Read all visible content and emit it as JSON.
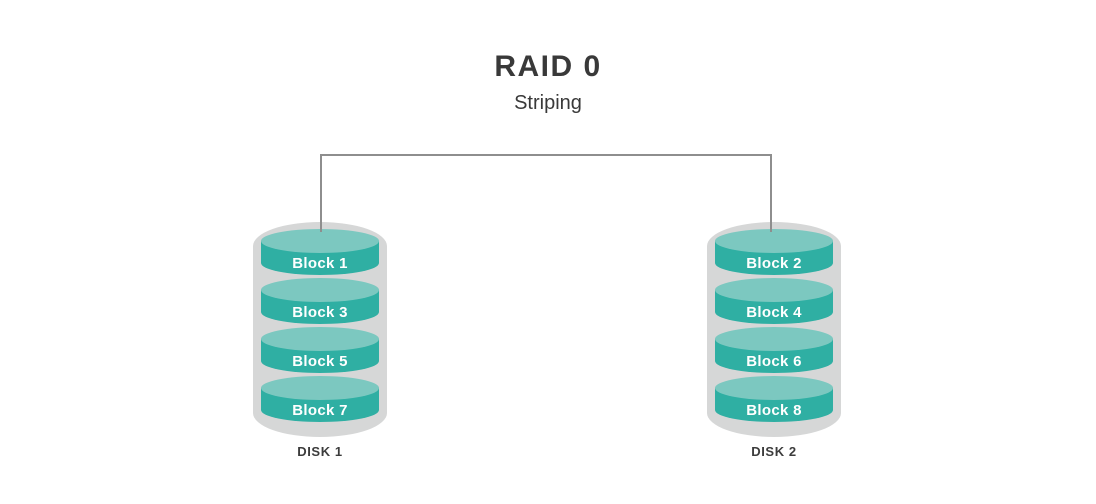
{
  "title": "RAID 0",
  "subtitle": "Striping",
  "disks": [
    {
      "label": "DISK 1",
      "blocks": [
        "Block 1",
        "Block 3",
        "Block 5",
        "Block 7"
      ]
    },
    {
      "label": "DISK 2",
      "blocks": [
        "Block 2",
        "Block 4",
        "Block 6",
        "Block 8"
      ]
    }
  ],
  "colors": {
    "background": "#ffffff",
    "title_text": "#393939",
    "connector": "#8e8e8e",
    "disk_shell": "#d6d7d7",
    "block_body": "#2fafa3",
    "block_top": "#7cc8c0",
    "block_text": "#ffffff",
    "label_text": "#3c3c3c"
  }
}
